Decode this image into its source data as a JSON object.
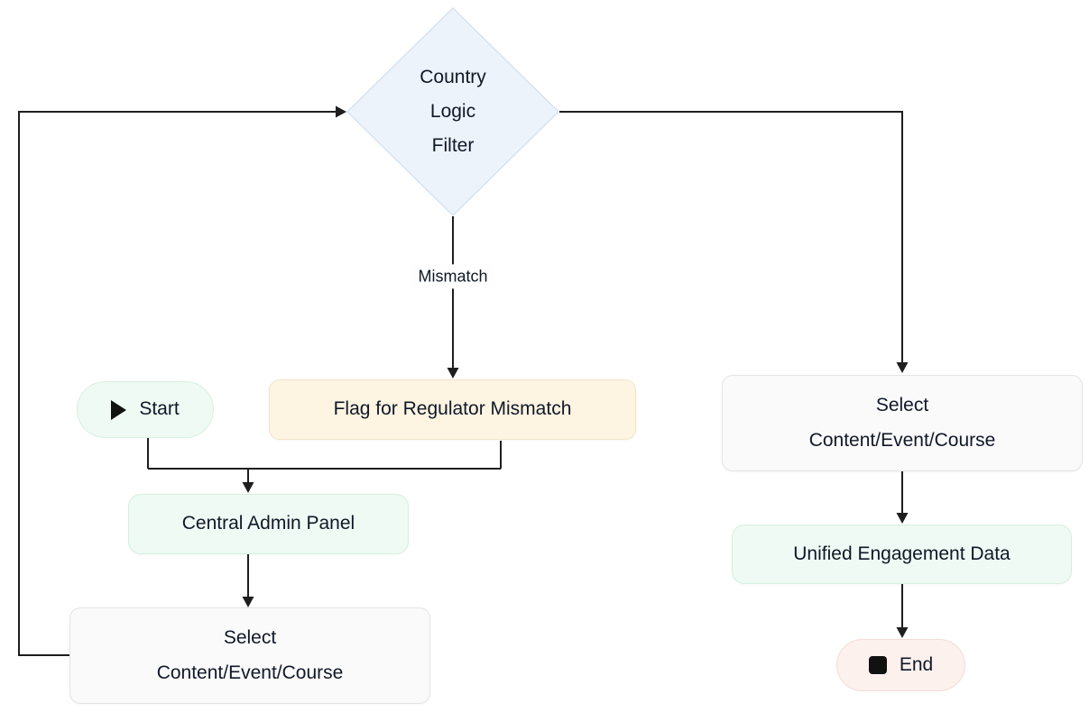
{
  "diagram": {
    "nodes": {
      "country_filter": {
        "label": "Country\nLogic\nFilter",
        "shape": "diamond",
        "fill": "#edf3fa",
        "border": "#d7e3f1"
      },
      "start": {
        "label": "Start",
        "shape": "pill",
        "icon": "play-icon",
        "fill": "#eefaf3",
        "border": "#d7efe1"
      },
      "flag_mismatch": {
        "label": "Flag for Regulator Mismatch",
        "shape": "rect",
        "fill": "#fdf4e2",
        "border": "#f1e5c8"
      },
      "central_admin": {
        "label": "Central Admin Panel",
        "shape": "rect",
        "fill": "#eefaf3",
        "border": "#d7efe1"
      },
      "select_left": {
        "label": "Select\nContent/Event/Course",
        "shape": "rect",
        "fill": "#fafafa",
        "border": "#e4e5e9"
      },
      "select_right": {
        "label": "Select\nContent/Event/Course",
        "shape": "rect",
        "fill": "#fafafa",
        "border": "#e4e5e9"
      },
      "unified_data": {
        "label": "Unified Engagement Data",
        "shape": "rect",
        "fill": "#eefaf3",
        "border": "#d7efe1"
      },
      "end": {
        "label": "End",
        "shape": "pill",
        "icon": "stop-icon",
        "fill": "#fdf1ee",
        "border": "#f2dcd6"
      }
    },
    "edges": [
      {
        "from": "country_filter",
        "to": "flag_mismatch",
        "label": "Mismatch"
      },
      {
        "from": "country_filter",
        "to": "select_right",
        "label": ""
      },
      {
        "from": "start",
        "to": "central_admin",
        "label": ""
      },
      {
        "from": "flag_mismatch",
        "to": "central_admin",
        "label": ""
      },
      {
        "from": "central_admin",
        "to": "select_left",
        "label": ""
      },
      {
        "from": "select_left",
        "to": "country_filter",
        "label": ""
      },
      {
        "from": "select_right",
        "to": "unified_data",
        "label": ""
      },
      {
        "from": "unified_data",
        "to": "end",
        "label": ""
      }
    ],
    "colors": {
      "line": "#1e1e1e",
      "text": "#101828",
      "canvas": "#ffffff"
    }
  }
}
